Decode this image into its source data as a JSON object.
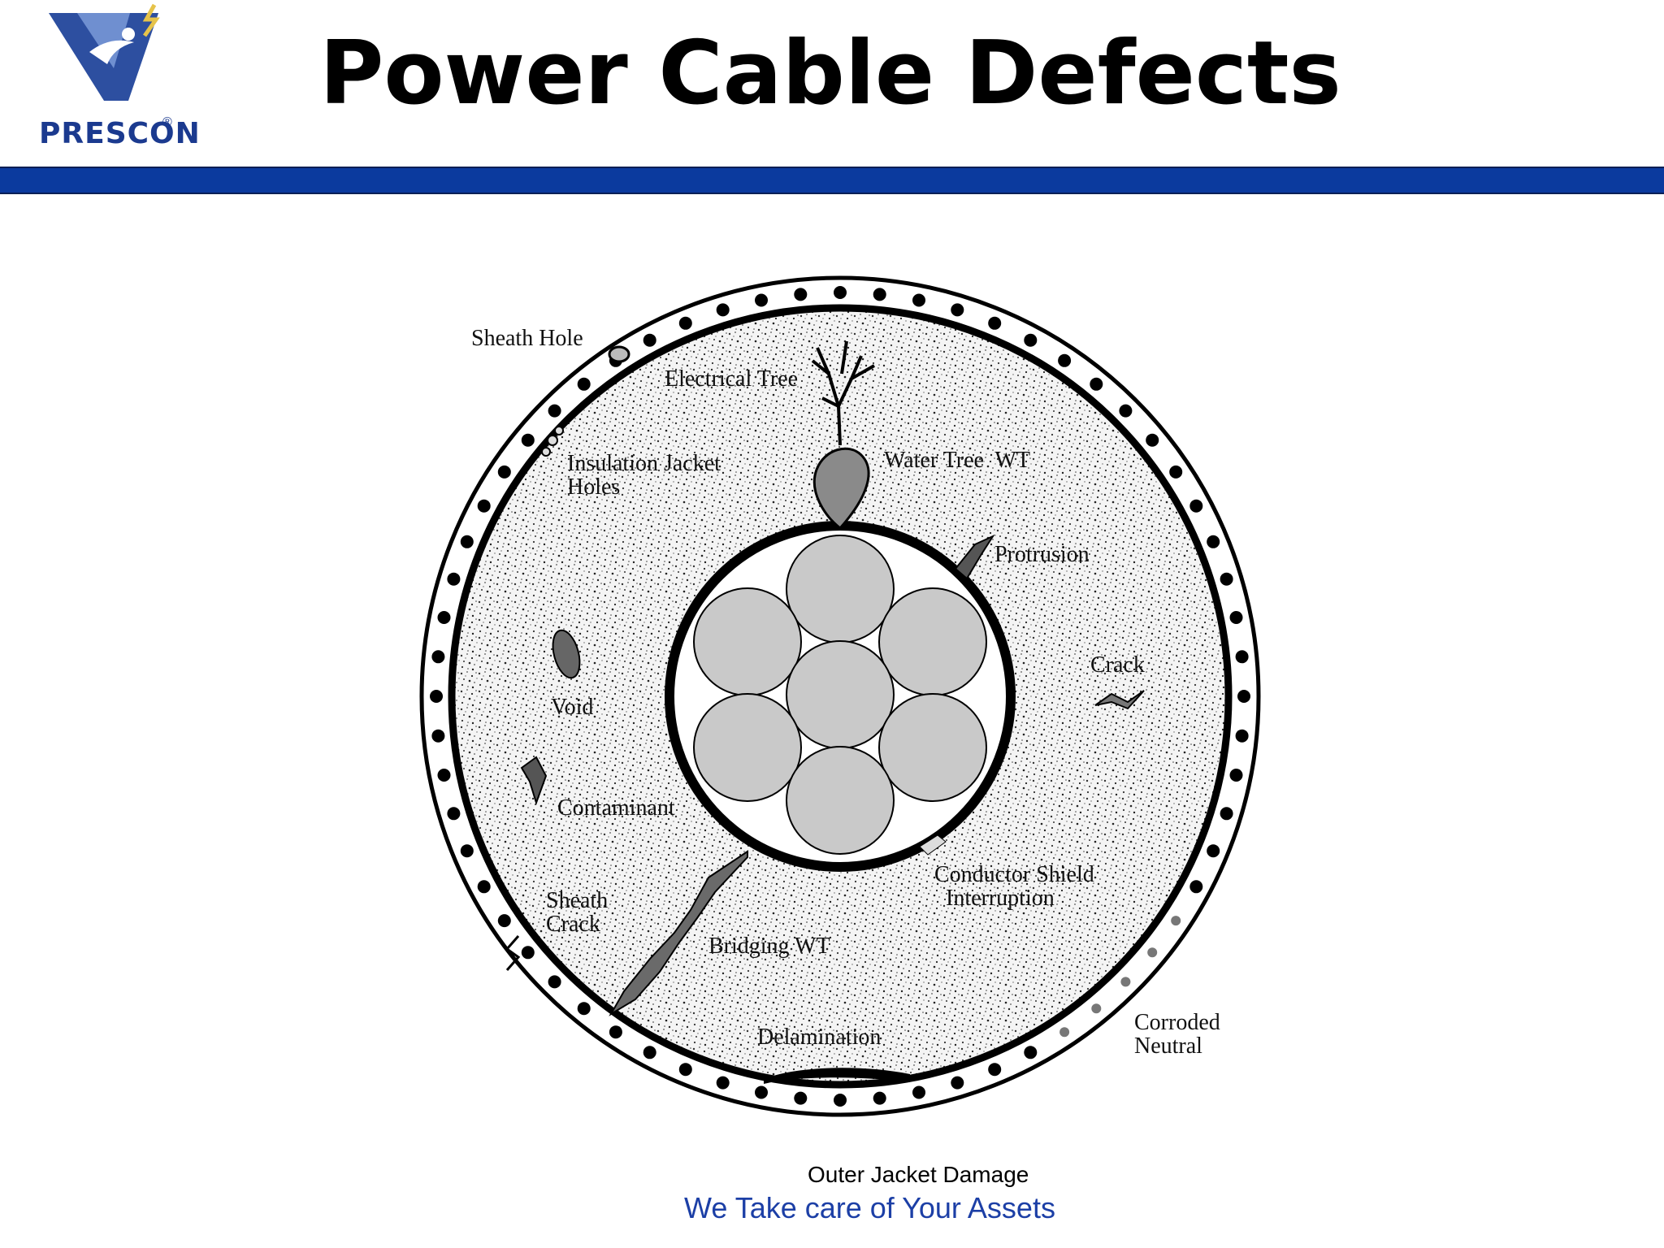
{
  "header": {
    "title": "Power Cable Defects",
    "logo": {
      "text": "PRESCON",
      "reg_mark": "®",
      "brand_color": "#1b3a8f"
    },
    "band_color": "#0b3a9e"
  },
  "diagram": {
    "labels": {
      "sheath_hole": "Sheath Hole",
      "electrical_tree": "Electrical Tree",
      "insulation_jacket_holes": "Insulation Jacket\nHoles",
      "water_tree": "Water Tree  WT",
      "protrusion": "Protrusion",
      "crack": "Crack",
      "void": "Void",
      "contaminant": "Contaminant",
      "sheath_crack": "Sheath\nCrack",
      "bridging_wt": "Bridging WT",
      "conductor_shield_interruption": "Conductor Shield\n  Interruption",
      "delamination": "Delamination",
      "corroded_neutral": "Corroded\nNeutral"
    }
  },
  "footer": {
    "caption": "Outer Jacket Damage",
    "tagline": "We Take care of Your Assets"
  }
}
